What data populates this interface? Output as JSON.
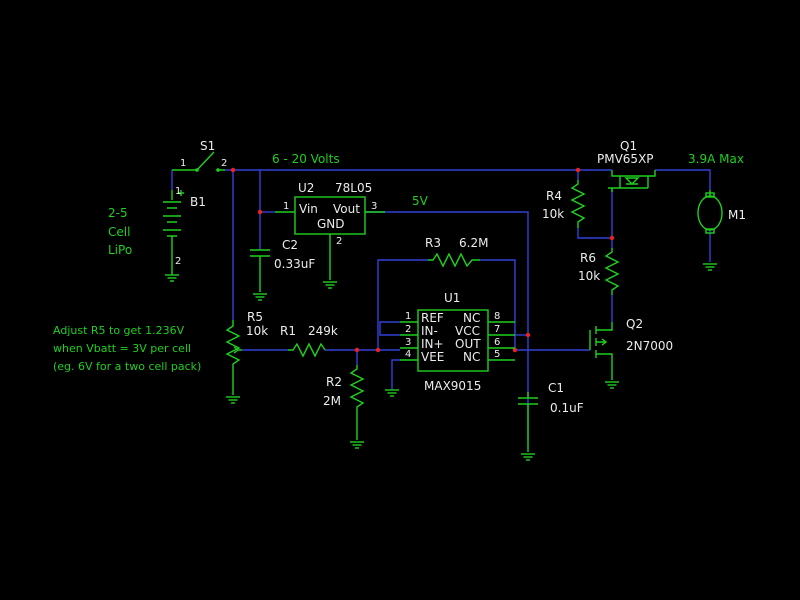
{
  "colors": {
    "background": "#000000",
    "wire": "#3340d8",
    "component": "#1fd01f",
    "label": "#ececec",
    "junction": "#ee2222"
  },
  "nets": {
    "supply": "6 - 20 Volts",
    "regulated": "5V",
    "motor_current": "3.9A Max"
  },
  "notes": {
    "battery": [
      "2-5",
      "Cell",
      "LiPo"
    ],
    "adjust": [
      "Adjust R5 to get 1.236V",
      "when Vbatt = 3V per cell",
      "(eg. 6V for a two cell pack)"
    ]
  },
  "components": {
    "s1": {
      "ref": "S1",
      "pin1": "1",
      "pin2": "2"
    },
    "b1": {
      "ref": "B1",
      "pin1": "1",
      "pin2": "2"
    },
    "u2": {
      "ref": "U2",
      "value": "78L05",
      "vin": "Vin",
      "vout": "Vout",
      "gnd": "GND",
      "pin1": "1",
      "pin2": "2",
      "pin3": "3"
    },
    "c2": {
      "ref": "C2",
      "value": "0.33uF"
    },
    "r3": {
      "ref": "R3",
      "value": "6.2M"
    },
    "r4": {
      "ref": "R4",
      "value": "10k"
    },
    "r6": {
      "ref": "R6",
      "value": "10k"
    },
    "q1": {
      "ref": "Q1",
      "value": "PMV65XP"
    },
    "m1": {
      "ref": "M1"
    },
    "u1": {
      "ref": "U1",
      "value": "MAX9015",
      "left_pins": [
        {
          "num": "1",
          "name": "REF"
        },
        {
          "num": "2",
          "name": "IN-"
        },
        {
          "num": "3",
          "name": "IN+"
        },
        {
          "num": "4",
          "name": "VEE"
        }
      ],
      "right_pins": [
        {
          "num": "8",
          "name": "NC"
        },
        {
          "num": "7",
          "name": "VCC"
        },
        {
          "num": "6",
          "name": "OUT"
        },
        {
          "num": "5",
          "name": "NC"
        }
      ]
    },
    "q2": {
      "ref": "Q2",
      "value": "2N7000"
    },
    "r5": {
      "ref": "R5",
      "value": "10k"
    },
    "r1": {
      "ref": "R1",
      "value": "249k"
    },
    "r2": {
      "ref": "R2",
      "value": "2M"
    },
    "c1": {
      "ref": "C1",
      "value": "0.1uF"
    }
  }
}
